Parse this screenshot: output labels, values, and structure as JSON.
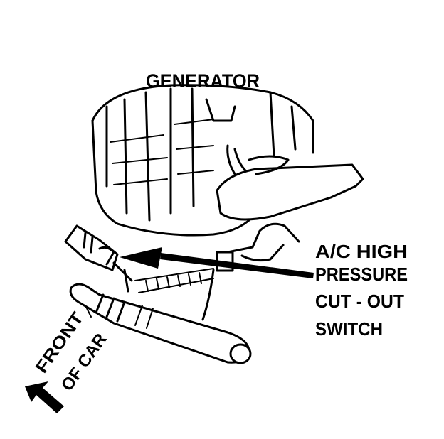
{
  "labels": {
    "generator": "GENERATOR",
    "switch_line1": "A/C HIGH",
    "switch_line2": "PRESSURE",
    "switch_line3": "CUT - OUT",
    "switch_line4": "SWITCH",
    "front_line1": "FRONT",
    "front_line2": "OF CAR"
  },
  "colors": {
    "ink": "#000000",
    "paper": "#ffffff"
  }
}
